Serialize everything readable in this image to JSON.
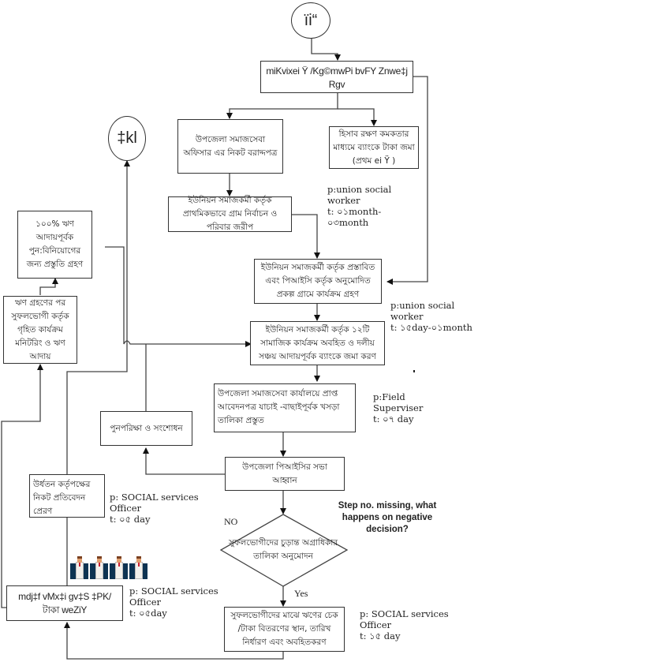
{
  "diagram": {
    "start_circle": "ïi“",
    "end_circle": "‡kl",
    "boxes": {
      "top": "miKvixei Ÿ /Kg©mwPi bvFY Znwe‡j Rgv",
      "upazila_allocation": "উপজেলা সমাজসেবা অফিসার এর নিকট বরাদ্দপত্র",
      "accounts_deposit": "হিসাব রক্ষণ কমকতার মাধ্যমে ব্যাংকে টাকা জমা (প্রথম ei Ÿ )",
      "village_selection": "ইউনিয়ন সমাজকর্মী কর্তৃক প্রাথমিকভাবে গ্রাম নির্বাচন ও পরিবার জরীপ",
      "program_start": "ইউনিয়ন সমাজকর্মী কর্তৃক প্রস্তাবিত এবং পিআইসি কর্তৃক অনুমোদিত প্রকল্প গ্রামে কার্যক্রম গ্রহণ",
      "social_activities": "ইউনিয়ন সমাজকর্মী কর্তৃক ১২টি সামাজিক কার্যক্রম অবহিত ও দলীয় সঞ্চয় আদায়পূর্বক ব্যাংকে জমা করণ",
      "application_review": "উপজেলা সমাজসেবা কার্যালয়ে প্রাপ্ত আবেদনপত্র যাচাই -বাছাইপূর্বক খসড়া তালিকা প্রস্তুত",
      "reexamine": "পুনপরিক্ষা ও সংশোধন",
      "pic_meeting": "উপজেলা পিআইসির সভা আহ্বান",
      "final_approval": "সুফলভোগীদের চুড়ান্ত অগ্রাধিকার তালিকা অনুমোদন",
      "distribution_schedule": "সুফলভোগীদের মাঝে ঋণের চেক /টাকা বিতরণের স্থান, তারিখ নির্ধারণ এবং অবহিতকরণ",
      "cheque_distribution": "mdj‡f vMx‡i gv‡S ‡PK/টাকা weZiY",
      "report_upward": "উর্ধতন কর্তৃপক্ষের নিকট প্রতিবেদন প্রেরণ",
      "monitoring": "ঋণ গ্রহণের পর সুফলভোগী কর্তৃক গৃহিত কার্যক্রম মনিটরিং ও ঋণ আদায়",
      "reinvestment": "১০০% ঋণ আদায়পূর্বক পুন:বিনিয়োগের জন্য প্রস্তুতি গ্রহণ"
    },
    "notes": {
      "village_selection": "p:union social\nworker\nt: ০১month-\n০৩month",
      "social_activities": "p:union social\nworker\nt: ১৫day-০১month",
      "application_review": "p:Field\nSuperviser\nt: ০৭ day",
      "distribution_schedule": "p: SOCIAL services\nOfficer\nt: ১৫ day",
      "report_upward": "p: SOCIAL services\nOfficer\nt: ০৫ day",
      "cheque_distribution": "p: SOCIAL services\nOfficer\nt: ০৫day"
    },
    "decision_labels": {
      "no": "NO",
      "yes": "Yes"
    },
    "comment": "Step no. missing, what happens on negative decision?",
    "image": "officers-clipart"
  }
}
